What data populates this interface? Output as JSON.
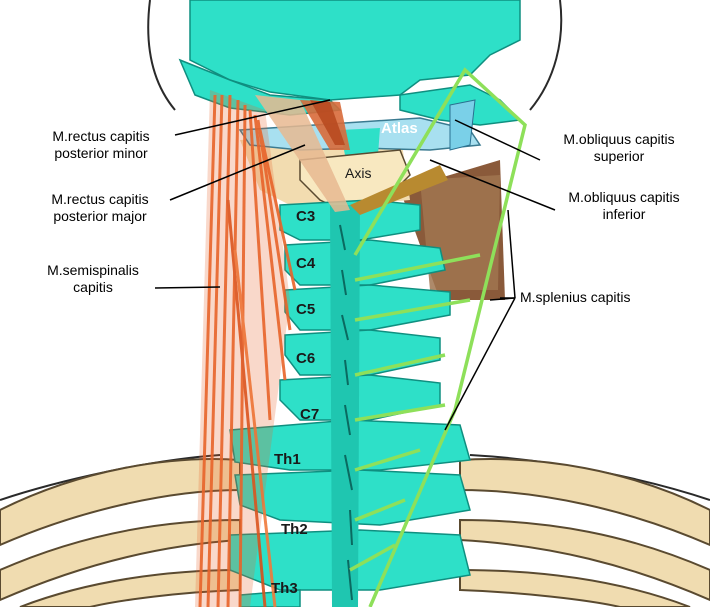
{
  "labels": {
    "rectus_minor": {
      "line1": "M.rectus capitis",
      "line2": "posterior minor"
    },
    "rectus_major": {
      "line1": "M.rectus capitis",
      "line2": "posterior major"
    },
    "semispinalis": {
      "line1": "M.semispinalis",
      "line2": "capitis"
    },
    "obliquus_superior": {
      "line1": "M.obliquus capitis",
      "line2": "superior"
    },
    "obliquus_inferior": {
      "line1": "M.obliquus capitis",
      "line2": "inferior"
    },
    "splenius": "M.splenius capitis",
    "atlas": "Atlas",
    "axis": "Axis"
  },
  "vertebrae": [
    "C3",
    "C4",
    "C5",
    "C6",
    "C7",
    "Th1",
    "Th2",
    "Th3"
  ],
  "colors": {
    "bone": "#2ee0c8",
    "skull_outline": "#2a2a2a",
    "muscle_red": "#e8642a",
    "splenius_green": "#8ee05a",
    "brown_muscle": "#a07650",
    "atlas_blue": "#a8e0f0",
    "clavicle": "#f0dcb0"
  }
}
